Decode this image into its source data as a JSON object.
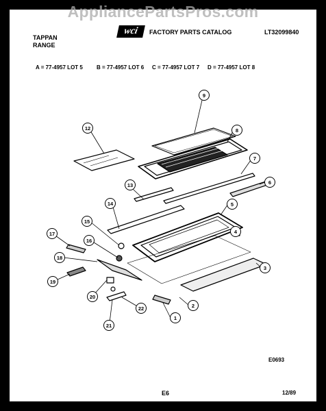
{
  "watermark": "AppliancePartsPros.com",
  "header": {
    "brand_line1": "TAPPAN",
    "brand_line2": "RANGE",
    "logo_text": "wci",
    "catalog_title": "FACTORY PARTS CATALOG",
    "catalog_number": "LT32099840"
  },
  "models": [
    "A = 77-4957 LOT 5",
    "B = 77-4957 LOT 6",
    "C = 77-4957 LOT 7",
    "D = 77-4957 LOT 8"
  ],
  "callouts": [
    "1",
    "2",
    "3",
    "4",
    "5",
    "6",
    "7",
    "8",
    "9",
    "12",
    "13",
    "14",
    "15",
    "16",
    "17",
    "18",
    "19",
    "20",
    "21",
    "22"
  ],
  "drawing_code": "E0693",
  "footer": {
    "page_code": "E6",
    "date": "12/89"
  }
}
